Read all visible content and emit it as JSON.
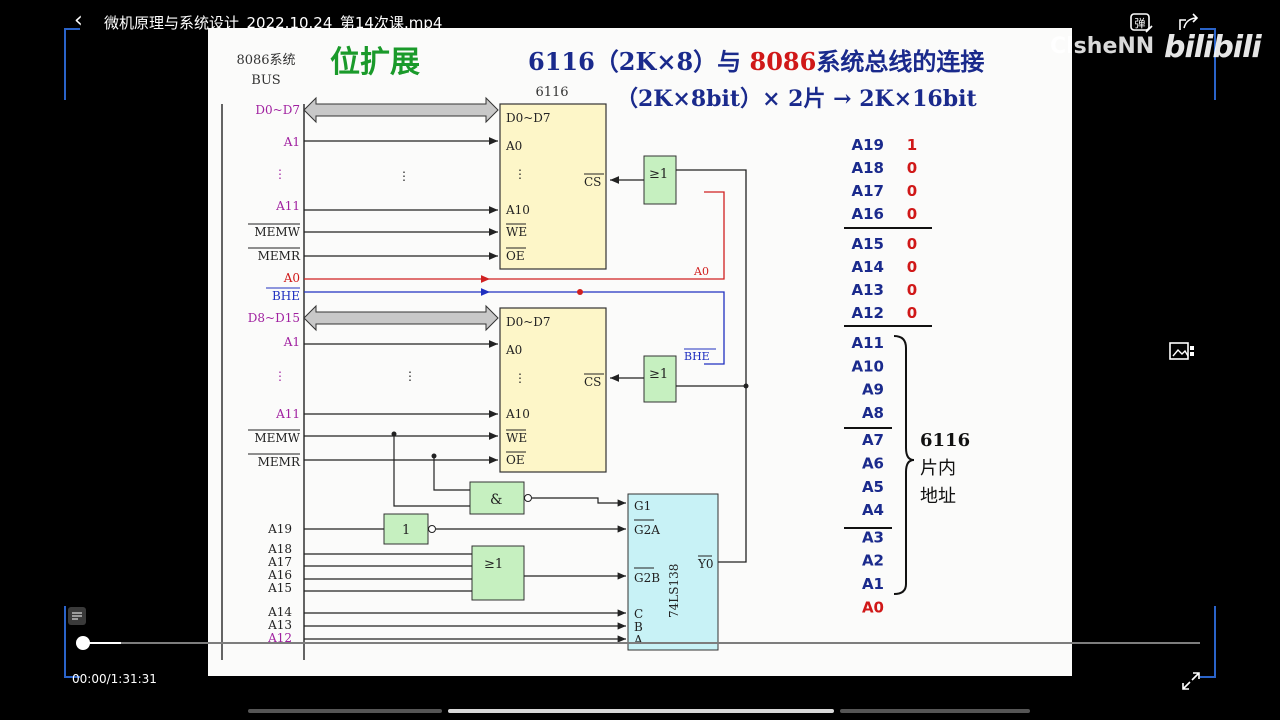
{
  "topbar": {
    "back_glyph": "‹",
    "video_title": "微机原理与系统设计_2022.10.24_第14次课.mp4",
    "danmaku_icon": "danmaku-toggle-icon",
    "share_icon": "share-icon"
  },
  "overlay": {
    "uploader_watermark": "ClsheNN",
    "platform_logo": "bilibili"
  },
  "player": {
    "current_time": "00:00",
    "separator": "/",
    "duration": "1:31:31",
    "progress_fraction": 0.035
  },
  "slide": {
    "title_green": "位扩展",
    "title_main_part1": "6116（2K×8）与 ",
    "title_main_red": "8086",
    "title_main_part2": "系统总线的连接",
    "subtitle": "（2K×8bit）× 2片 → 2K×16bit",
    "bus_title_line1": "8086系统",
    "bus_title_line2": "BUS",
    "chip_top_label": "6116",
    "left_signals_top": [
      "D0~D7",
      "A1",
      "⋮",
      "A11",
      "MEMW",
      "MEMR",
      "A0",
      "BHE",
      "D8~D15",
      "A1",
      "⋮",
      "A11",
      "MEMW",
      "MEMR"
    ],
    "left_signals_bottom": [
      "A19",
      "A18",
      "A17",
      "A16",
      "A15",
      "A14",
      "A13",
      "A12"
    ],
    "chip_pins": [
      "D0~D7",
      "A0",
      "⋮",
      "A10",
      "WE",
      "OE",
      "CS"
    ],
    "gate_or": "≥1",
    "gate_and": "&",
    "gate_not": "1",
    "wire_label_a0": "A0",
    "wire_label_bhe": "BHE",
    "decoder_name": "74LS138",
    "decoder_pins": [
      "G1",
      "G2A",
      "G2B",
      "C",
      "B",
      "A",
      "Y0"
    ],
    "address_table_high": [
      {
        "name": "A19",
        "value": "1"
      },
      {
        "name": "A18",
        "value": "0"
      },
      {
        "name": "A17",
        "value": "0"
      },
      {
        "name": "A16",
        "value": "0"
      },
      {
        "name": "A15",
        "value": "0"
      },
      {
        "name": "A14",
        "value": "0"
      },
      {
        "name": "A13",
        "value": "0"
      },
      {
        "name": "A12",
        "value": "0"
      }
    ],
    "address_table_low": [
      "A11",
      "A10",
      "A9",
      "A8",
      "A7",
      "A6",
      "A5",
      "A4",
      "A3",
      "A2",
      "A1",
      "A0"
    ],
    "brace_label_line1": "6116",
    "brace_label_line2": "片内",
    "brace_label_line3": "地址"
  },
  "colors": {
    "green_title": "#1a9a2a",
    "blue_title": "#1a2a8c",
    "red_accent": "#d01818",
    "purple_signal": "#a020a0",
    "chip_fill": "#fdf6c8",
    "gate_fill": "#c6f0c0",
    "decoder_fill": "#c8f2f6",
    "bhe_wire": "#2030c0",
    "a0_wire": "#d02020"
  }
}
